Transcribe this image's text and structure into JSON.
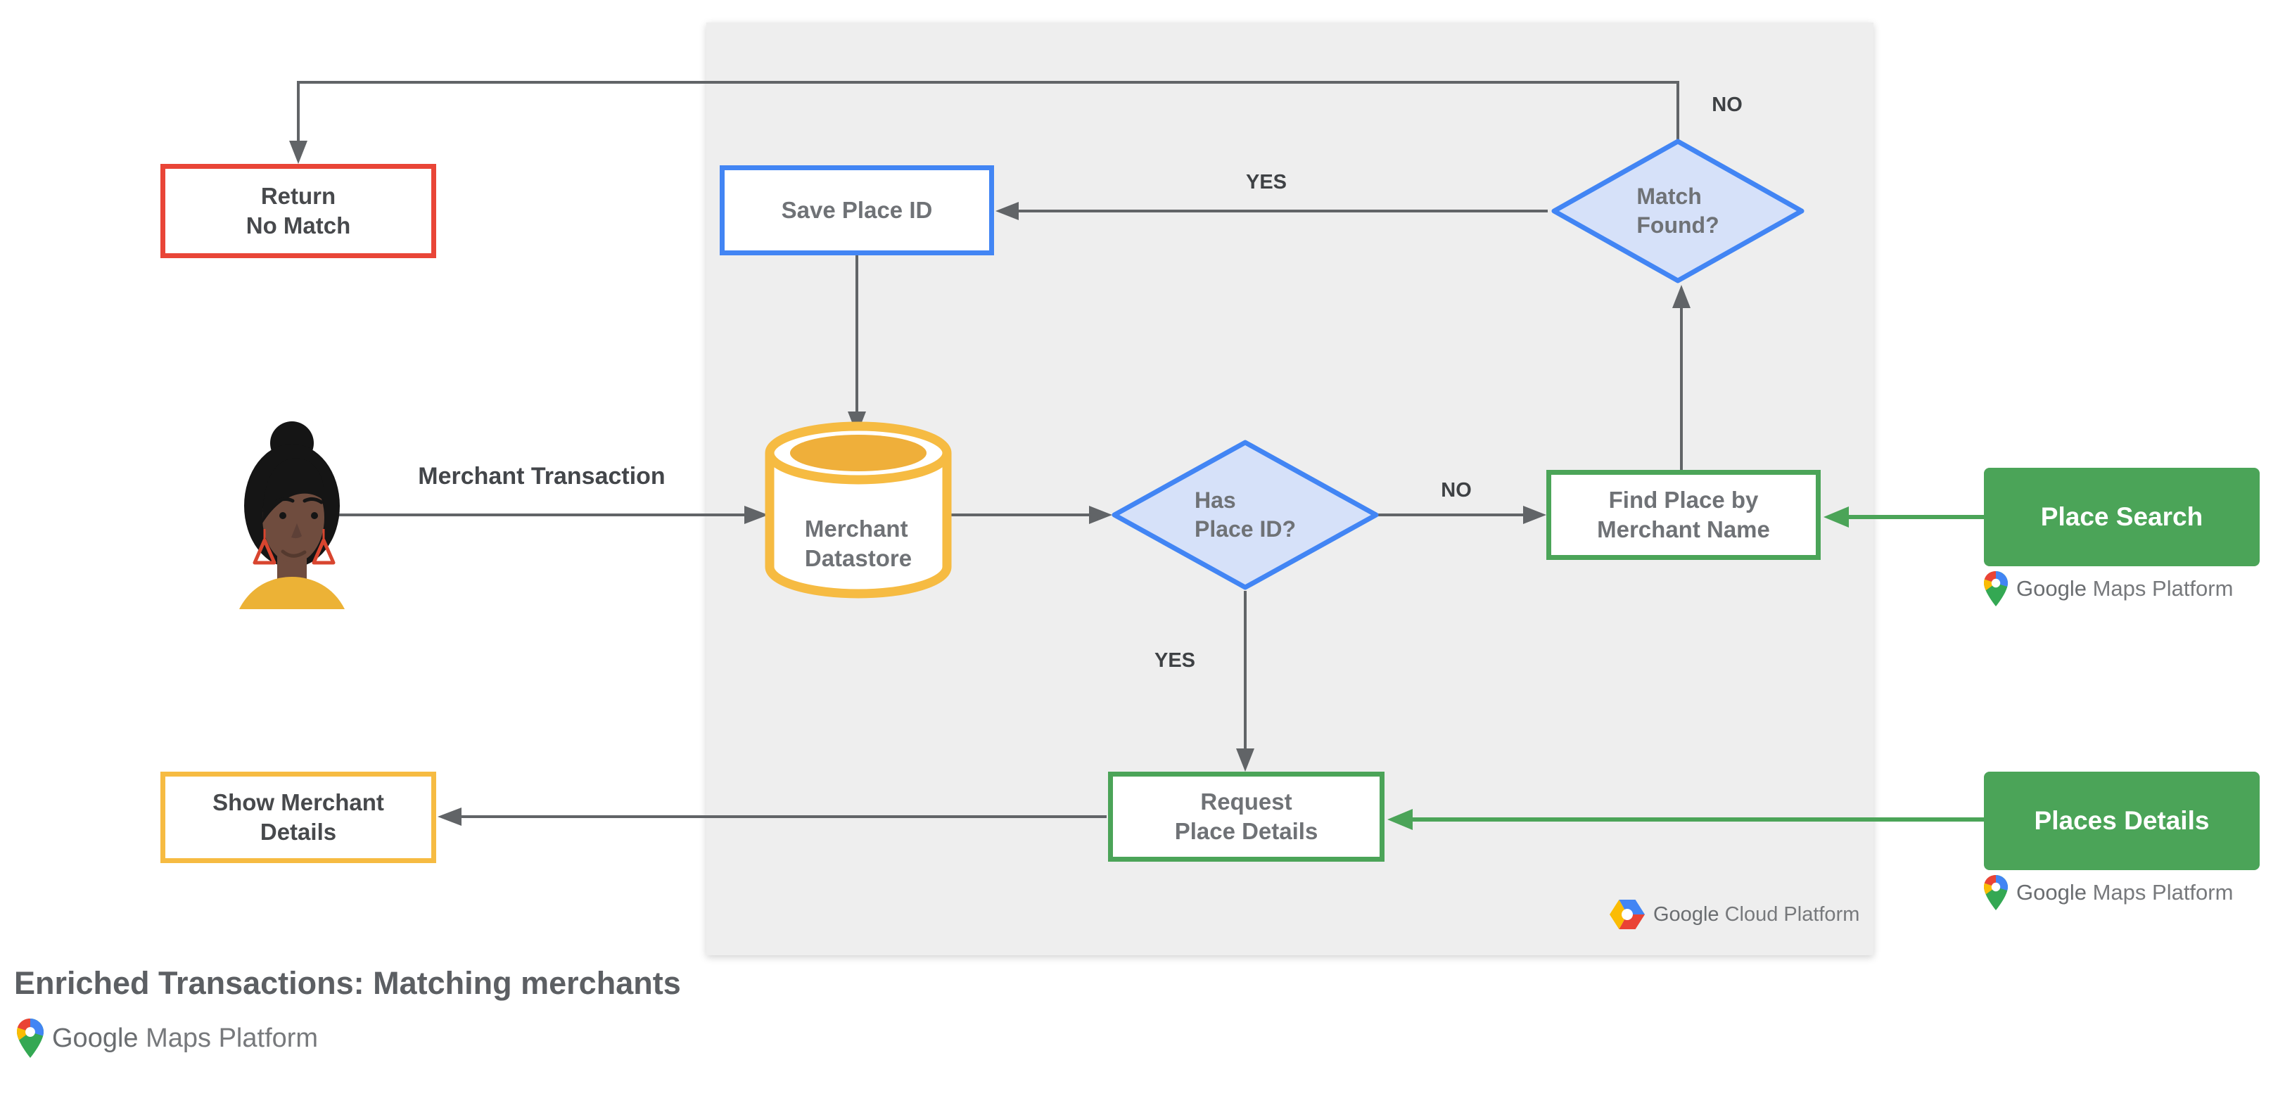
{
  "diagram": {
    "footer_title": "Enriched Transactions: Matching merchants"
  },
  "nodes": {
    "return_no_match": {
      "label": "Return\nNo Match"
    },
    "save_place_id": {
      "label": "Save Place ID"
    },
    "match_found": {
      "label": "Match\nFound?"
    },
    "merchant_datastore": {
      "label": "Merchant\nDatastore"
    },
    "has_place_id": {
      "label": "Has\nPlace ID?"
    },
    "find_place_by_merchant_name": {
      "label": "Find Place by\nMerchant Name"
    },
    "place_search": {
      "label": "Place Search"
    },
    "request_place_details": {
      "label": "Request\nPlace Details"
    },
    "places_details": {
      "label": "Places Details"
    },
    "show_merchant_details": {
      "label": "Show Merchant\nDetails"
    }
  },
  "edge_labels": {
    "merchant_transaction": "Merchant Transaction",
    "match_found_yes": "YES",
    "match_found_no": "NO",
    "has_place_id_no": "NO",
    "has_place_id_yes": "YES"
  },
  "logos": {
    "maps_platform": {
      "icon": "google-maps-pin-icon",
      "google": "Google",
      "product": "Maps Platform"
    },
    "cloud_platform": {
      "icon": "google-cloud-hexagon-icon",
      "google": "Google",
      "product": "Cloud Platform"
    }
  },
  "actors": {
    "user": {
      "icon": "woman-avatar"
    }
  },
  "colors": {
    "panel_background": "#EEEEEE",
    "red": "#E94537",
    "blue": "#4285F4",
    "blue_fill": "#D6E1F9",
    "yellow": "#F6BB42",
    "amber_fill": "#EFAF3A",
    "green": "#4BA458",
    "connector_gray": "#616467"
  }
}
